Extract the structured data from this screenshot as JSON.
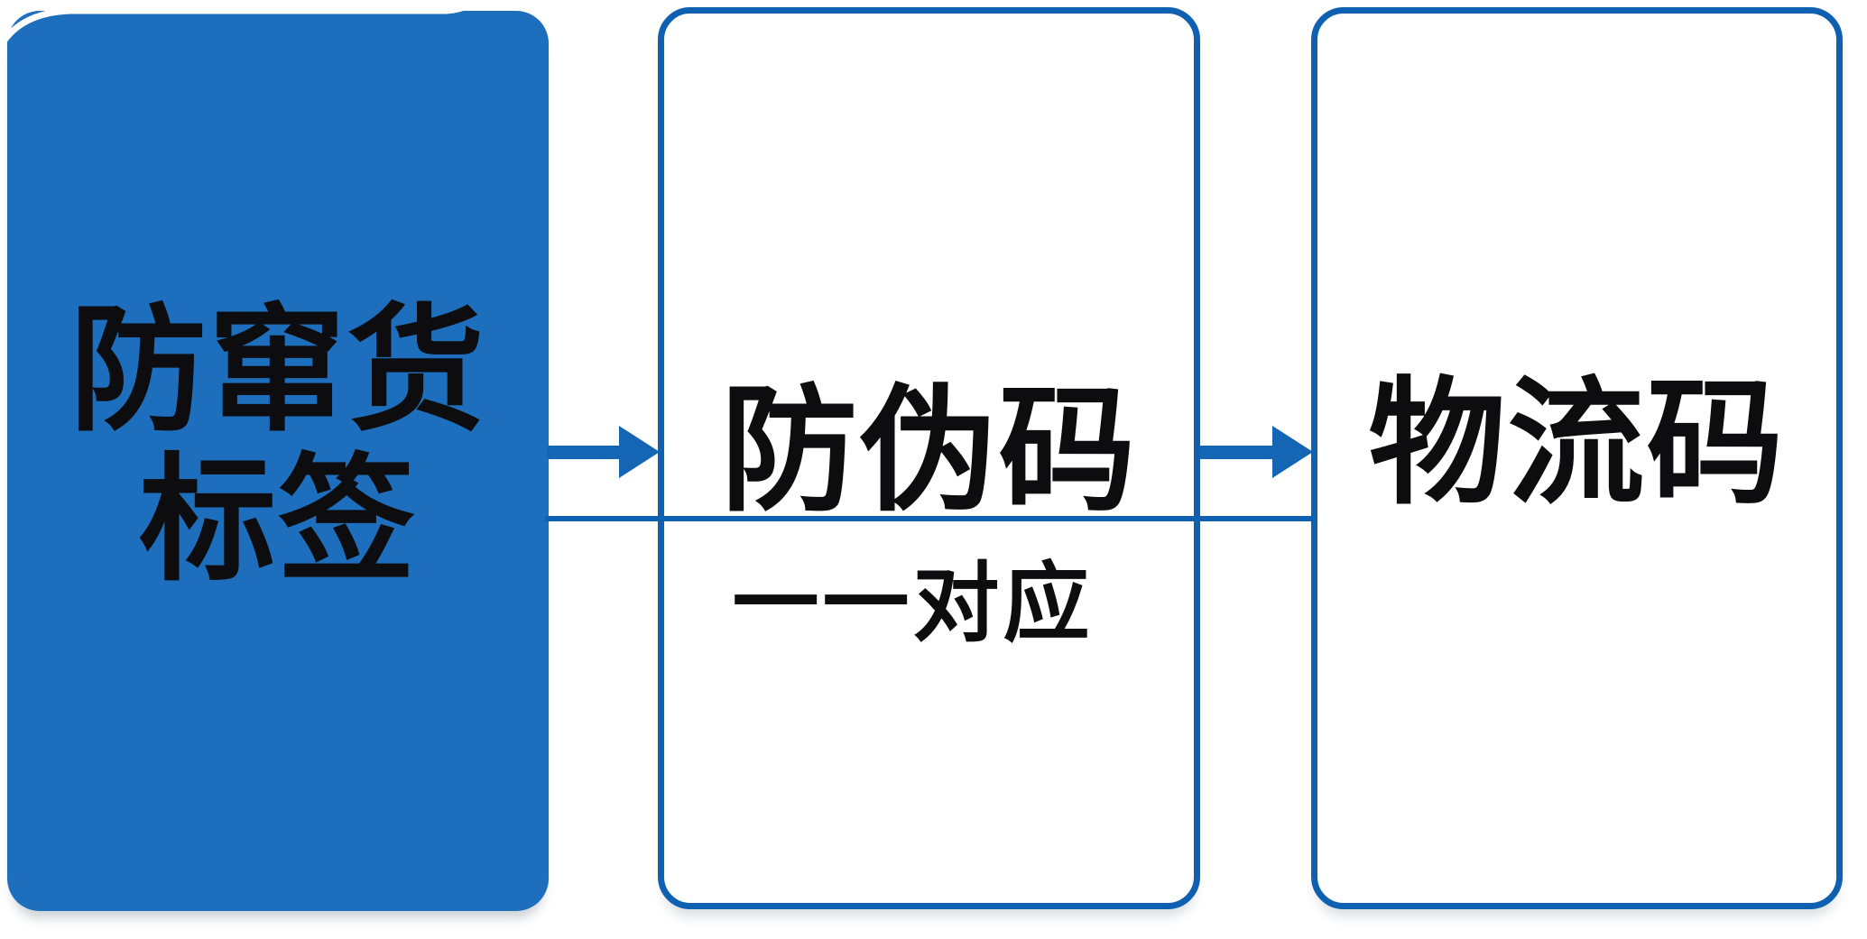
{
  "colors": {
    "background": "#ffffff",
    "card_fill": "#1d6fbd",
    "stroke": "#1060b2",
    "arrow": "#1466b4",
    "text": "#0d0d0f"
  },
  "diagram": {
    "left_card": {
      "line1": "防窜货",
      "line2": "标签"
    },
    "middle_card": {
      "title": "防伪码",
      "subtitle": "一一对应"
    },
    "right_card": {
      "title": "物流码"
    }
  }
}
